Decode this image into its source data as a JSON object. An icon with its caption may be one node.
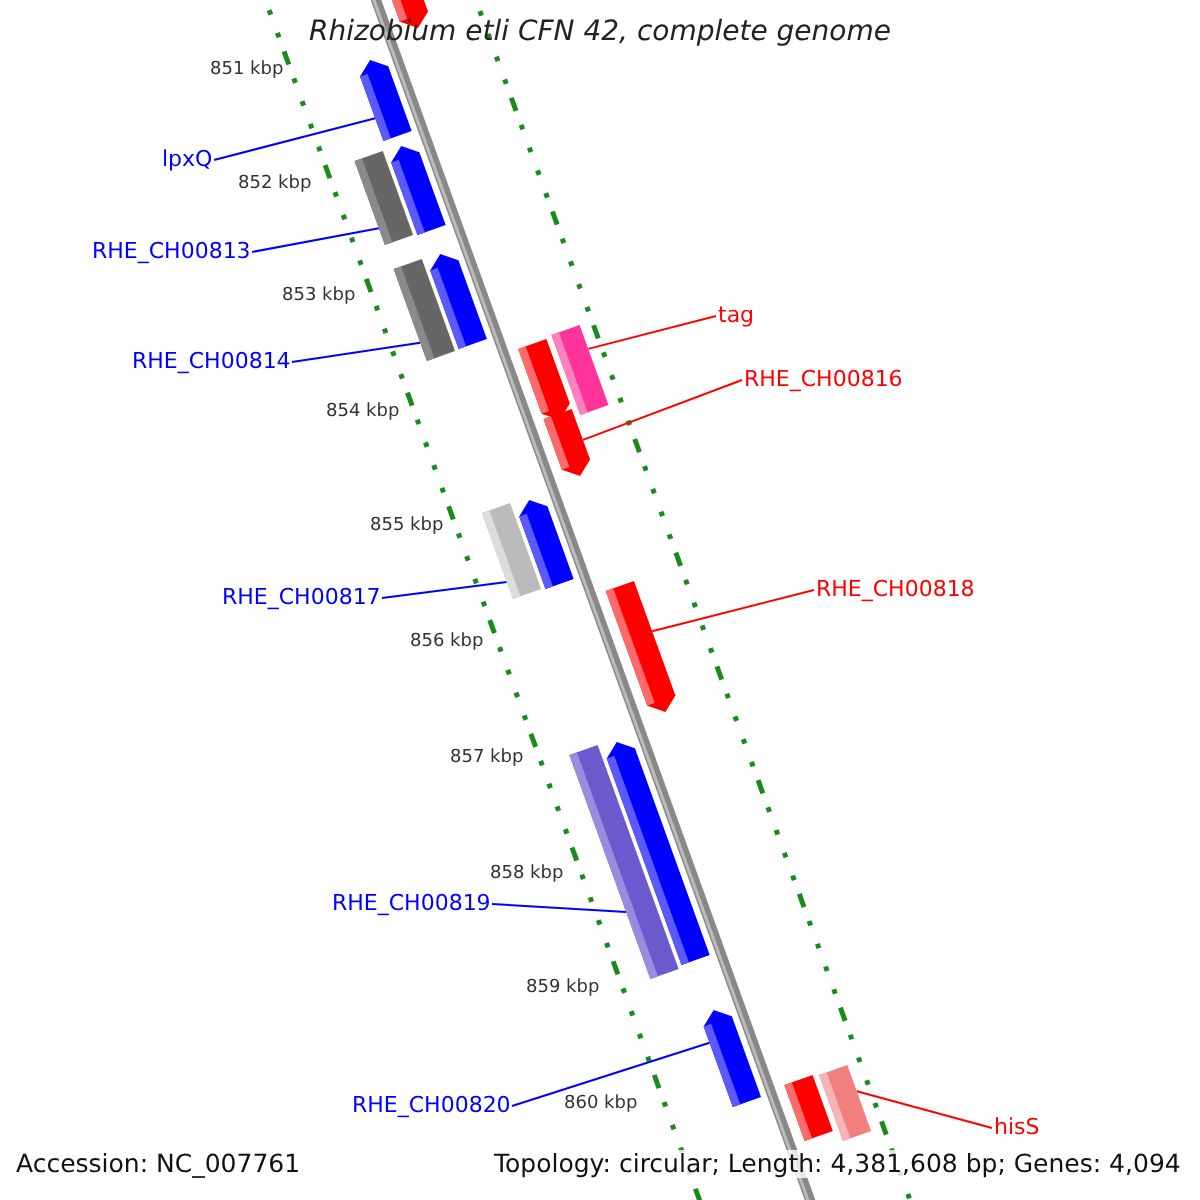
{
  "diagram": {
    "title": "Rhizobium etli CFN 42, complete genome",
    "nodes": [
      {
        "text": [
          "lpxQ"
        ]
      },
      {
        "text": [],
        "shape": "bar"
      },
      {
        "text": [
          "RHE_CH00813"
        ]
      },
      {
        "text": [],
        "shape": "bar"
      },
      {
        "text": [
          "RHE_CH00814"
        ]
      },
      {
        "text": [],
        "shape": "bar"
      },
      {
        "text": [
          "tag"
        ]
      },
      {
        "text": [],
        "shape": "bar"
      },
      {
        "text": [
          "RHE_CH00816"
        ]
      },
      {
        "text": [],
        "shape": "bar"
      },
      {
        "text": [
          "RHE_CH00817"
        ]
      },
      {
        "text": [],
        "shape": "bar"
      },
      {
        "text": [
          "RHE_CH00818"
        ]
      },
      {
        "text": [],
        "shape": "bar"
      },
      {
        "text": [
          "RHE_CH00819"
        ]
      },
      {
        "text": [],
        "shape": "bar"
      },
      {
        "text": [
          "RHE_CH00820"
        ]
      },
      {
        "text": [],
        "shape": "bar"
      },
      {
        "text": [
          "hisS"
        ]
      },
      {
        "text": [],
        "shape": "bar"
      },
      {
        "text": [],
        "shape": "bar"
      }
    ],
    "edges": [
      {
        "from": 0,
        "to": 1,
        "arrow": "none"
      },
      {
        "from": 2,
        "to": 3,
        "arrow": "none"
      },
      {
        "from": 4,
        "to": 5,
        "arrow": "none"
      },
      {
        "from": 6,
        "to": 7,
        "arrow": "none",
        "color": "#ff0000"
      },
      {
        "from": 8,
        "to": 9,
        "arrow": "none",
        "color": "#ff0000"
      },
      {
        "from": 10,
        "to": 11,
        "arrow": "none"
      },
      {
        "from": 12,
        "to": 13,
        "arrow": "none",
        "color": "#ff0000"
      },
      {
        "from": 14,
        "to": 15,
        "arrow": "none"
      },
      {
        "from": 16,
        "to": 17,
        "arrow": "none"
      },
      {
        "from": 18,
        "to": 19,
        "arrow": "none",
        "color": "#ff0000"
      }
    ],
    "labels": [
      "851 kbp",
      "852 kbp",
      "853 kbp",
      "854 kbp",
      "855 kbp",
      "856 kbp",
      "857 kbp",
      "858 kbp",
      "859 kbp",
      "860 kbp",
      "Accession: NC_007761",
      "Topology: circular; Length: 4,381,608 bp; Genes: 4,094"
    ]
  }
}
